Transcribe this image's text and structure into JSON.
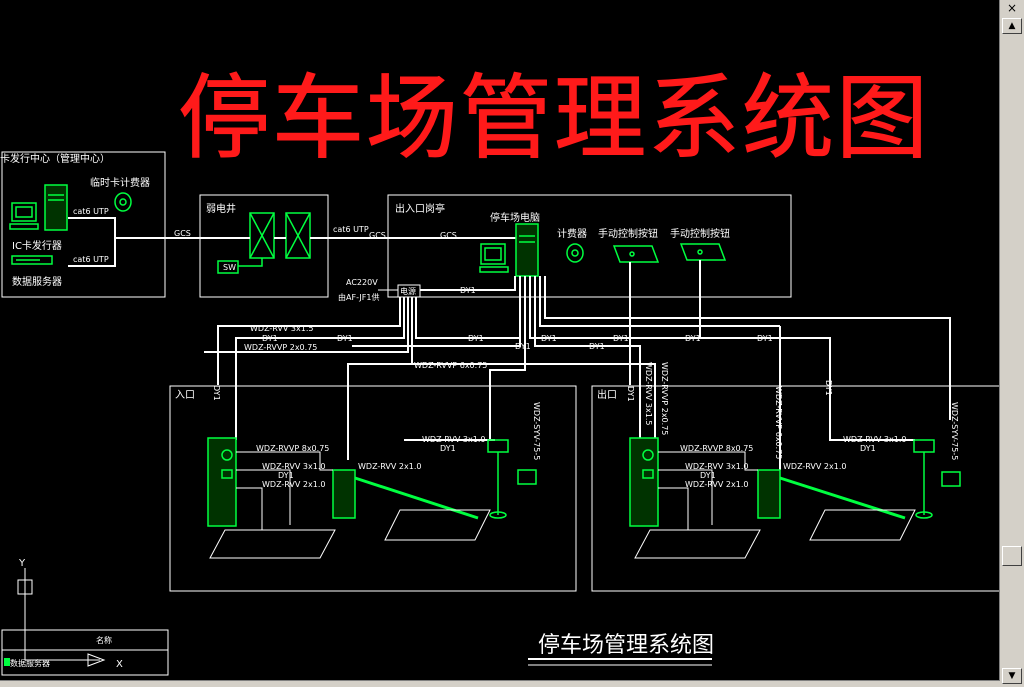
{
  "title": "停车场管理系统图",
  "subtitle": "停车场管理系统图",
  "colors": {
    "title": "#ff1a1a",
    "wire": "#ffffff",
    "device": "#00ff40",
    "text": "#ffffff",
    "bg": "#000000"
  },
  "sections": {
    "center": "卡发行中心（管理中心）",
    "weak_well": "弱电井",
    "booth": "出入口岗亭",
    "entry": "入口",
    "exit": "出口"
  },
  "devices": {
    "temp_card": "临时卡计费器",
    "ic_issuer": "IC卡发行器",
    "data_server": "数据服务器",
    "parking_pc": "停车场电脑",
    "meter": "计费器",
    "manual_btn1": "手动控制按钮",
    "manual_btn2": "手动控制按钮",
    "sw": "SW",
    "power": "电源"
  },
  "cables": {
    "cat6": "cat6 UTP",
    "gcs": "GCS",
    "dy1": "DY1",
    "ac220": "AC220V",
    "from_af": "由AF-JF1供",
    "rvv3x15": "WDZ-RVV 3x1.5",
    "rvvp2x075": "WDZ-RVVP 2x0.75",
    "rvvp6x075": "WDZ-RVVP 6x0.75",
    "rvvp8x075": "WDZ-RVVP 8x0.75",
    "rvv3x10": "WDZ-RVV 3x1.0",
    "rvv2x10": "WDZ-RVV 2x1.0",
    "syv": "WDZ-SYV-75-5",
    "v_rvv": "WDZ-RVV 3x1.5",
    "v_rvvp": "WDZ-RVVP 2x0.75"
  },
  "legend": {
    "header": "名称",
    "row1": "数据服务器"
  },
  "axis": {
    "y": "Y",
    "x": "X"
  },
  "scroll": {
    "up": "▲",
    "down": "▼",
    "close": "×"
  }
}
